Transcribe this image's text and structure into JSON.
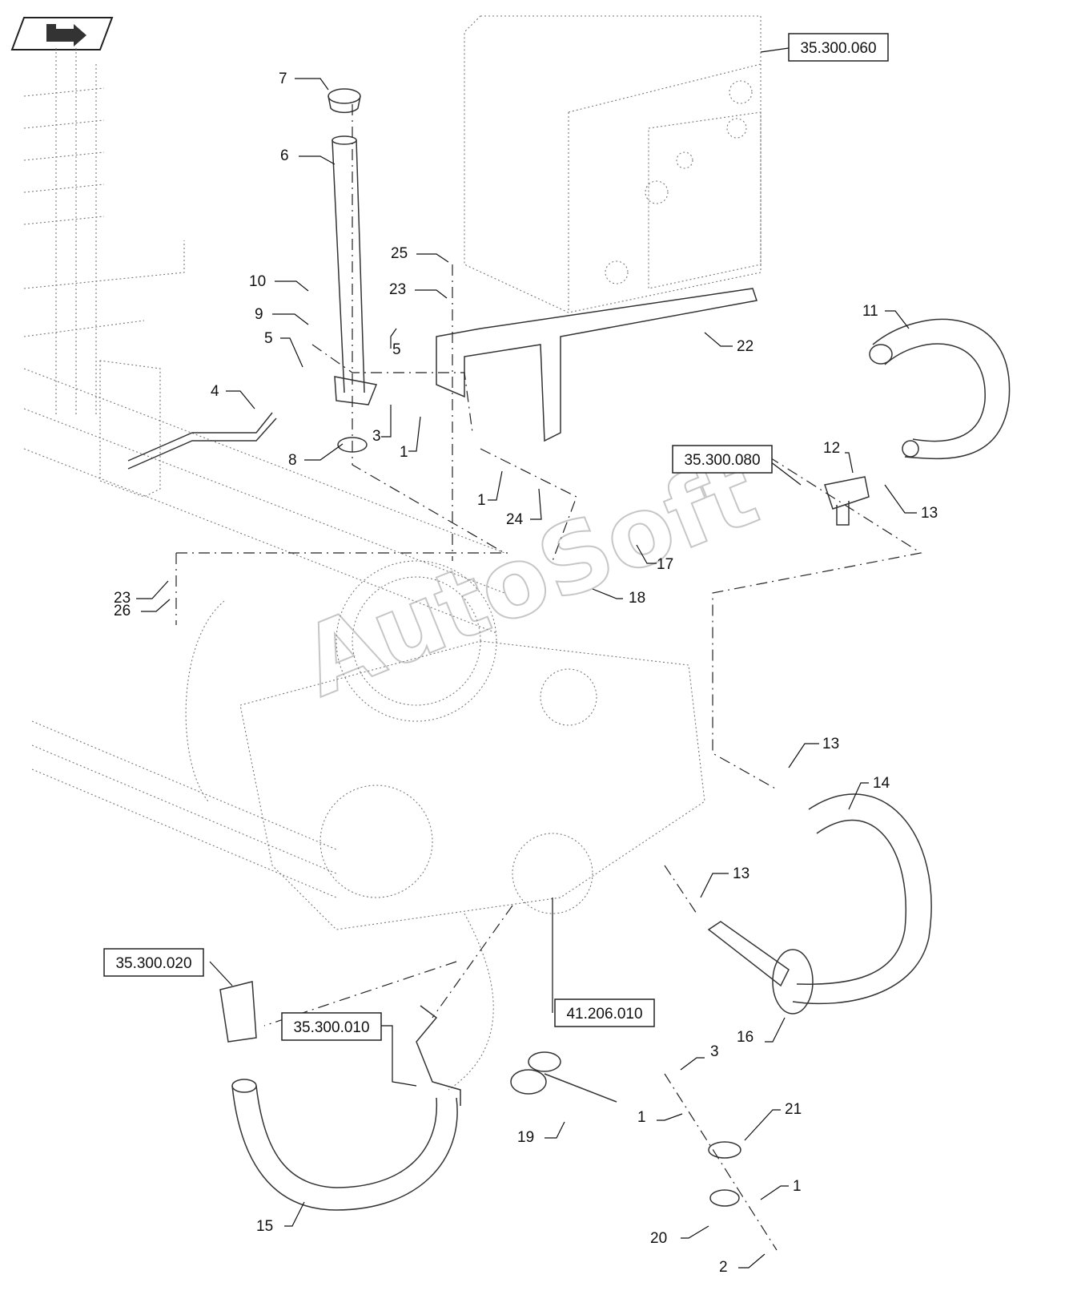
{
  "nav": {
    "icon": "back-arrow-icon"
  },
  "watermark": "AutoSoft",
  "references": [
    {
      "id": "ref-35-300-060",
      "label": "35.300.060"
    },
    {
      "id": "ref-35-300-080",
      "label": "35.300.080"
    },
    {
      "id": "ref-35-300-020",
      "label": "35.300.020"
    },
    {
      "id": "ref-35-300-010",
      "label": "35.300.010"
    },
    {
      "id": "ref-41-206-010",
      "label": "41.206.010"
    }
  ],
  "callouts": [
    "7",
    "6",
    "25",
    "10",
    "23",
    "9",
    "5",
    "5",
    "4",
    "3",
    "1",
    "8",
    "22",
    "11",
    "12",
    "13",
    "1",
    "24",
    "17",
    "18",
    "23",
    "26",
    "13",
    "14",
    "13",
    "16",
    "3",
    "21",
    "1",
    "19",
    "15",
    "1",
    "20",
    "2"
  ]
}
